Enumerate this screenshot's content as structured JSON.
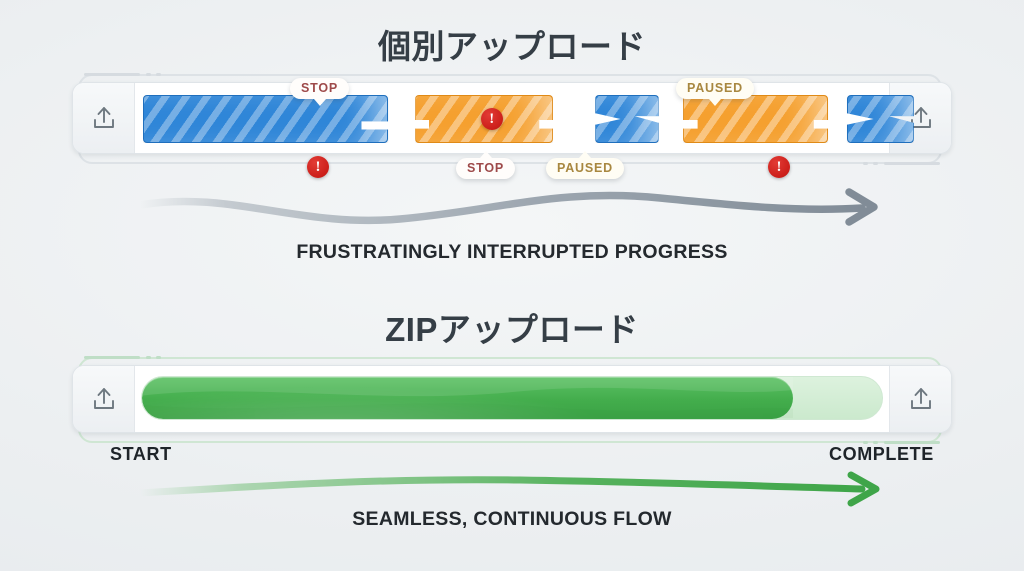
{
  "sections": [
    {
      "id": "individual",
      "title": "個別アップロード",
      "caption": "FRUSTRATINGLY INTERRUPTED PROGRESS",
      "left_icon": "upload-icon",
      "right_icon": "upload-icon",
      "segments": [
        {
          "color": "blue",
          "label": "segment-1",
          "hex": "#2F86D8"
        },
        {
          "color": "orange",
          "label": "segment-2",
          "hex": "#F5A02F"
        },
        {
          "color": "blue",
          "label": "segment-3",
          "hex": "#2F86D8"
        },
        {
          "color": "orange",
          "label": "segment-4",
          "hex": "#F5A02F"
        },
        {
          "color": "blue",
          "label": "segment-5",
          "hex": "#2F86D8"
        }
      ],
      "status_pills": [
        {
          "text": "STOP",
          "position": "above",
          "kind": "stop"
        },
        {
          "text": "PAUSED",
          "position": "above",
          "kind": "paused"
        },
        {
          "text": "STOP",
          "position": "below",
          "kind": "stop"
        },
        {
          "text": "PAUSED",
          "position": "below",
          "kind": "paused"
        }
      ],
      "error_badges": 4,
      "error_glyph": "!"
    },
    {
      "id": "zip",
      "title": "ZIPアップロード",
      "caption": "SEAMLESS, CONTINUOUS FLOW",
      "left_icon": "upload-icon",
      "right_icon": "upload-icon",
      "start_label": "START",
      "complete_label": "COMPLETE",
      "progress_percent": 88,
      "fill_hex": "#43AD4C",
      "track_hex": "#CBE9CD"
    }
  ],
  "colors": {
    "background": "#ECEFF1",
    "blue": "#2F86D8",
    "orange": "#F5A02F",
    "green": "#43AD4C",
    "green_light": "#CBE9CD",
    "error_red": "#CC1F1A",
    "stop_text": "#9E4A4A",
    "paused_text": "#A8873F",
    "arrow_gray": "#8D98A3",
    "text_dark": "#24292E"
  },
  "chart_data": {
    "type": "bar",
    "title": "Individual upload vs ZIP upload progress",
    "series": [
      {
        "name": "個別アップロード",
        "segments_percent": [
          33,
          18,
          8,
          20,
          9
        ],
        "gaps_percent": [
          3,
          5,
          4
        ],
        "interruptions": 4
      },
      {
        "name": "ZIPアップロード",
        "values": [
          88
        ],
        "interruptions": 0
      }
    ],
    "xlabel": "",
    "ylabel": "",
    "ylim": [
      0,
      100
    ]
  }
}
